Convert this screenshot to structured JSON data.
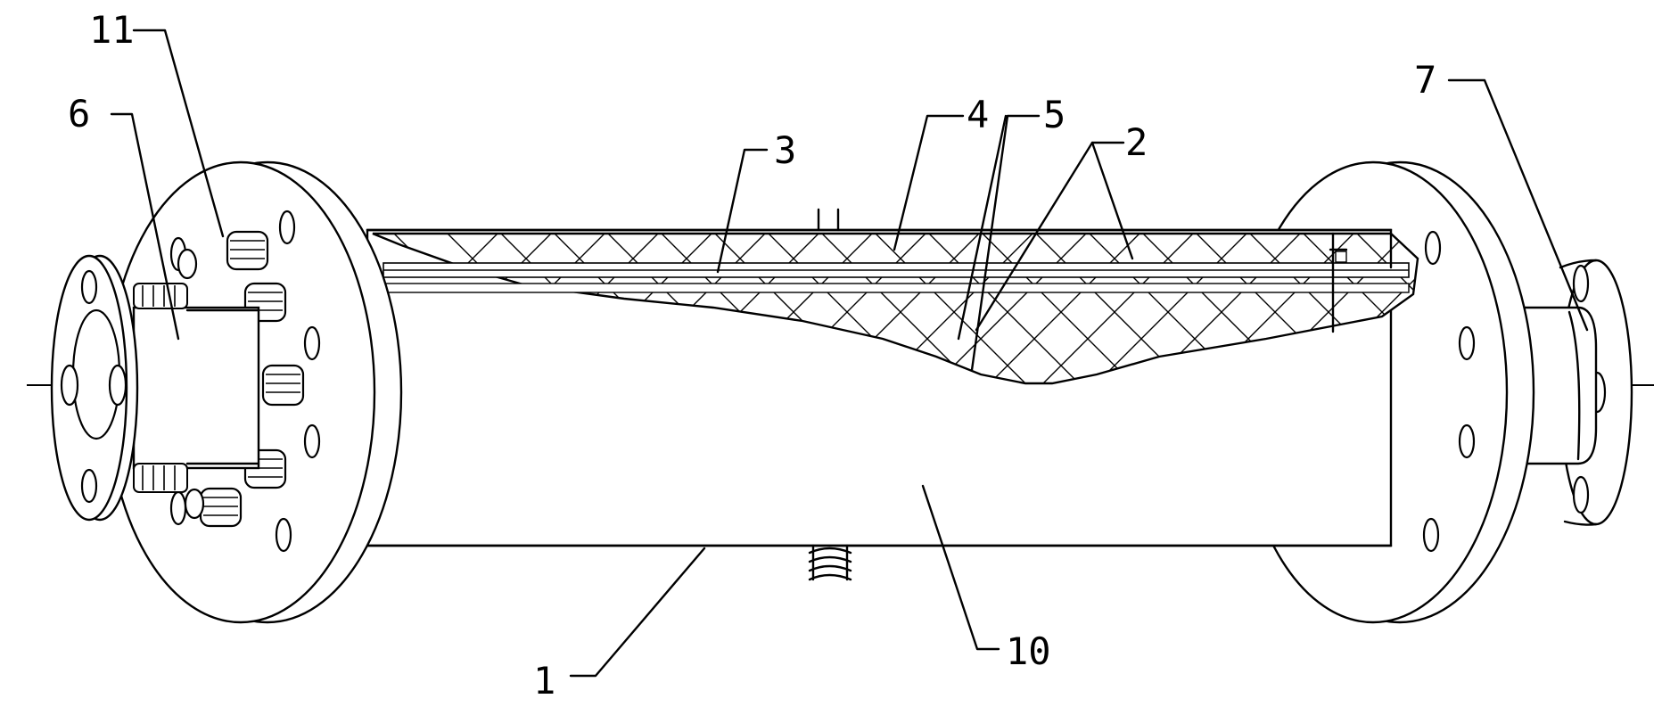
{
  "callouts": [
    {
      "id": "1",
      "label": "1"
    },
    {
      "id": "2",
      "label": "2"
    },
    {
      "id": "3",
      "label": "3"
    },
    {
      "id": "4",
      "label": "4"
    },
    {
      "id": "5",
      "label": "5"
    },
    {
      "id": "6",
      "label": "6"
    },
    {
      "id": "7",
      "label": "7"
    },
    {
      "id": "10",
      "label": "10"
    },
    {
      "id": "11",
      "label": "11"
    }
  ]
}
